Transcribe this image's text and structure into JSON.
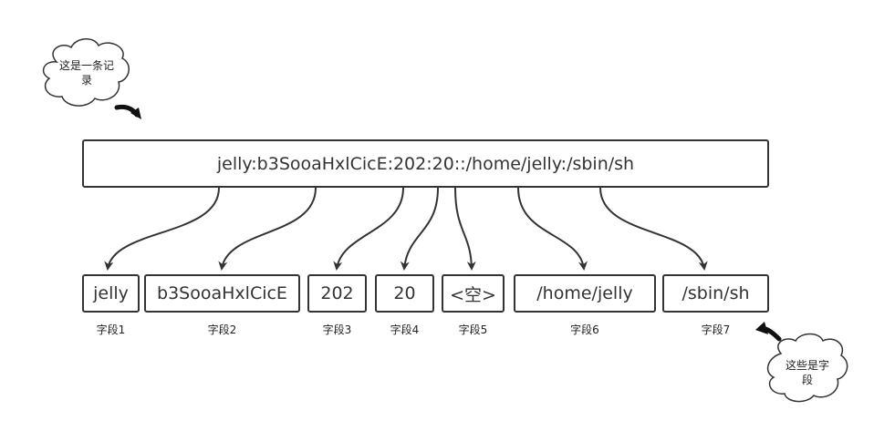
{
  "record": "jelly:b3SooaHxlCicE:202:20::/home/jelly:/sbin/sh",
  "fields": [
    {
      "value": "jelly",
      "label": "字段1"
    },
    {
      "value": "b3SooaHxlCicE",
      "label": "字段2"
    },
    {
      "value": "202",
      "label": "字段3"
    },
    {
      "value": "20",
      "label": "字段4"
    },
    {
      "value": "<空>",
      "label": "字段5"
    },
    {
      "value": "/home/jelly",
      "label": "字段6"
    },
    {
      "value": "/sbin/sh",
      "label": "字段7"
    }
  ],
  "callouts": {
    "record_note": {
      "line1": "这是一条记",
      "line2": "录"
    },
    "field_note": {
      "line1": "这些是字",
      "line2": "段"
    }
  },
  "colors": {
    "stroke": "#333333",
    "text": "#222222",
    "background": "#ffffff"
  }
}
